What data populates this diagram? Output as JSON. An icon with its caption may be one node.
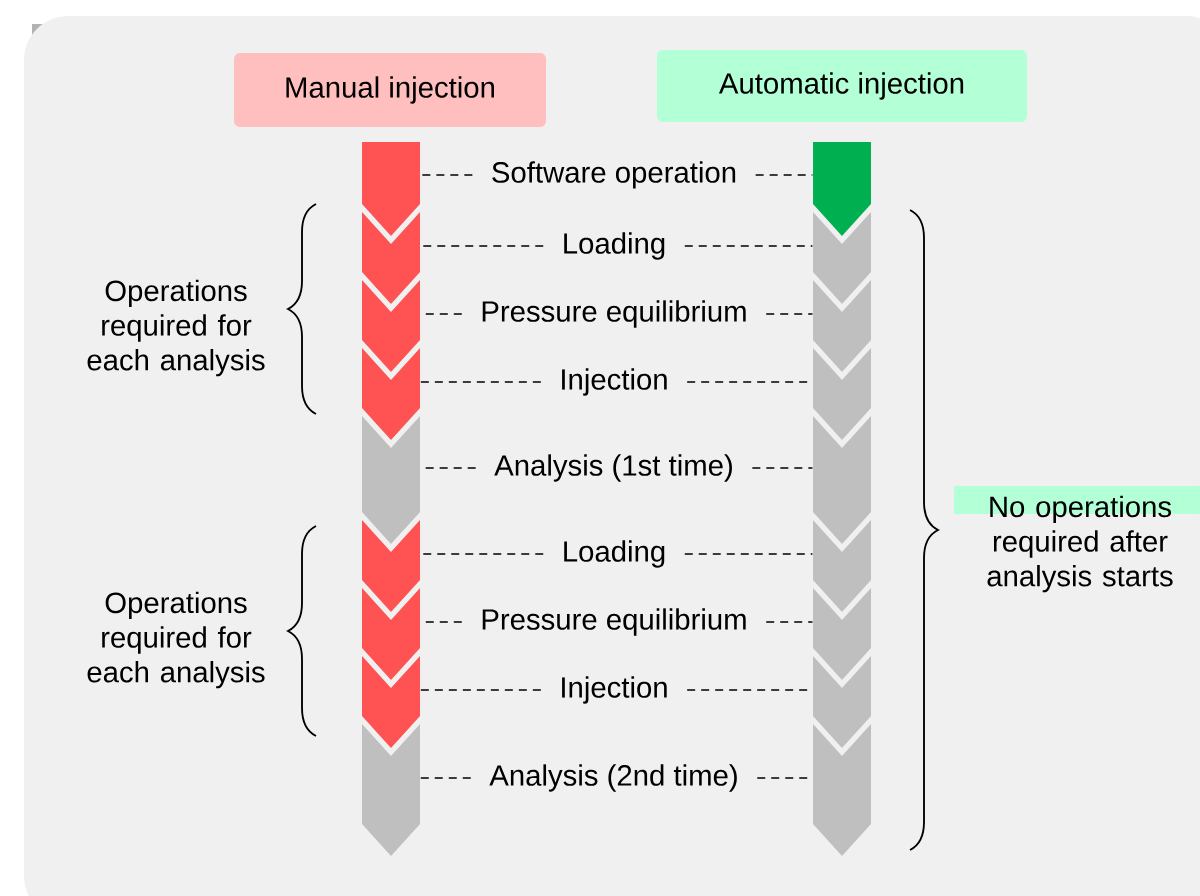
{
  "diagram": {
    "nodes": [
      {
        "text": [
          "Manual injection"
        ]
      },
      {
        "text": [
          "Automatic injection"
        ]
      },
      {
        "text": [],
        "shape": "chevron"
      },
      {
        "text": [
          "Software operation"
        ]
      },
      {
        "text": [],
        "shape": "chevron"
      },
      {
        "text": [],
        "shape": "chevron"
      },
      {
        "text": [
          "Loading"
        ]
      },
      {
        "text": [],
        "shape": "chevron"
      },
      {
        "text": [],
        "shape": "chevron"
      },
      {
        "text": [
          "Pressure equilibrium"
        ]
      },
      {
        "text": [],
        "shape": "chevron"
      },
      {
        "text": [],
        "shape": "chevron"
      },
      {
        "text": [
          "Injection"
        ]
      },
      {
        "text": [],
        "shape": "chevron"
      },
      {
        "text": [],
        "shape": "chevron"
      },
      {
        "text": [
          "Analysis (1st time)"
        ]
      },
      {
        "text": [],
        "shape": "chevron"
      },
      {
        "text": [],
        "shape": "chevron"
      },
      {
        "text": [
          "Loading"
        ]
      },
      {
        "text": [],
        "shape": "chevron"
      },
      {
        "text": [],
        "shape": "chevron"
      },
      {
        "text": [
          "Pressure equilibrium"
        ]
      },
      {
        "text": [],
        "shape": "chevron"
      },
      {
        "text": [],
        "shape": "chevron"
      },
      {
        "text": [
          "Injection"
        ]
      },
      {
        "text": [],
        "shape": "chevron"
      },
      {
        "text": [],
        "shape": "chevron"
      },
      {
        "text": [
          "Analysis (2nd time)"
        ]
      },
      {
        "text": [],
        "shape": "chevron"
      }
    ],
    "edges": [
      {
        "from": 3,
        "to": 2,
        "arrow": "none",
        "style": "dashed"
      },
      {
        "from": 3,
        "to": 4,
        "arrow": "none",
        "style": "dashed"
      },
      {
        "from": 6,
        "to": 5,
        "arrow": "none",
        "style": "dashed"
      },
      {
        "from": 6,
        "to": 7,
        "arrow": "none",
        "style": "dashed"
      },
      {
        "from": 9,
        "to": 8,
        "arrow": "none",
        "style": "dashed"
      },
      {
        "from": 9,
        "to": 10,
        "arrow": "none",
        "style": "dashed"
      },
      {
        "from": 12,
        "to": 11,
        "arrow": "none",
        "style": "dashed"
      },
      {
        "from": 12,
        "to": 13,
        "arrow": "none",
        "style": "dashed"
      },
      {
        "from": 15,
        "to": 14,
        "arrow": "none",
        "style": "dashed"
      },
      {
        "from": 15,
        "to": 16,
        "arrow": "none",
        "style": "dashed"
      },
      {
        "from": 18,
        "to": 17,
        "arrow": "none",
        "style": "dashed"
      },
      {
        "from": 18,
        "to": 19,
        "arrow": "none",
        "style": "dashed"
      },
      {
        "from": 21,
        "to": 20,
        "arrow": "none",
        "style": "dashed"
      },
      {
        "from": 21,
        "to": 22,
        "arrow": "none",
        "style": "dashed"
      },
      {
        "from": 24,
        "to": 23,
        "arrow": "none",
        "style": "dashed"
      },
      {
        "from": 24,
        "to": 25,
        "arrow": "none",
        "style": "dashed"
      },
      {
        "from": 27,
        "to": 26,
        "arrow": "none",
        "style": "dashed"
      },
      {
        "from": 27,
        "to": 28,
        "arrow": "none",
        "style": "dashed"
      }
    ],
    "labels": [
      "Operations required for each analysis",
      "Operations required for each analysis",
      "No operations required after analysis starts"
    ]
  }
}
